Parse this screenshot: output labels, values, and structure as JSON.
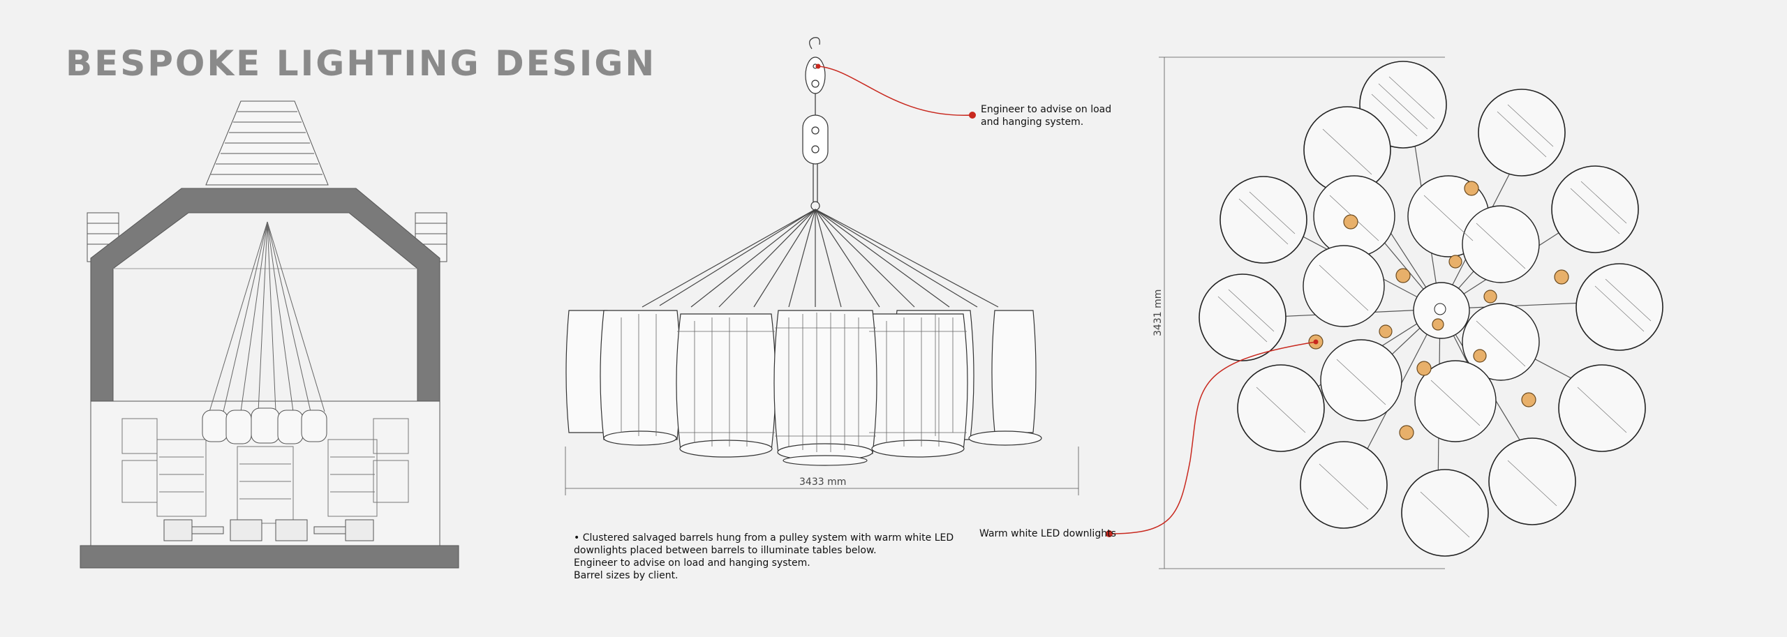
{
  "title": "BESPOKE LIGHTING DESIGN",
  "callouts": {
    "load": [
      "Engineer to advise on load",
      "and hanging system."
    ],
    "downlights": "Warm white LED downlights"
  },
  "dimensions": {
    "width": "3433 mm",
    "height": "3431 mm"
  },
  "description": [
    "• Clustered salvaged barrels hung from a pulley system with warm white LED",
    "downlights placed between barrels to illuminate tables below.",
    "Engineer to advise on load and hanging system.",
    "Barrel sizes by client."
  ],
  "colors": {
    "accent": "#c8281e",
    "title": "#8a8a8a",
    "structure": "#7a7a7a",
    "light": "#e8b06a"
  }
}
